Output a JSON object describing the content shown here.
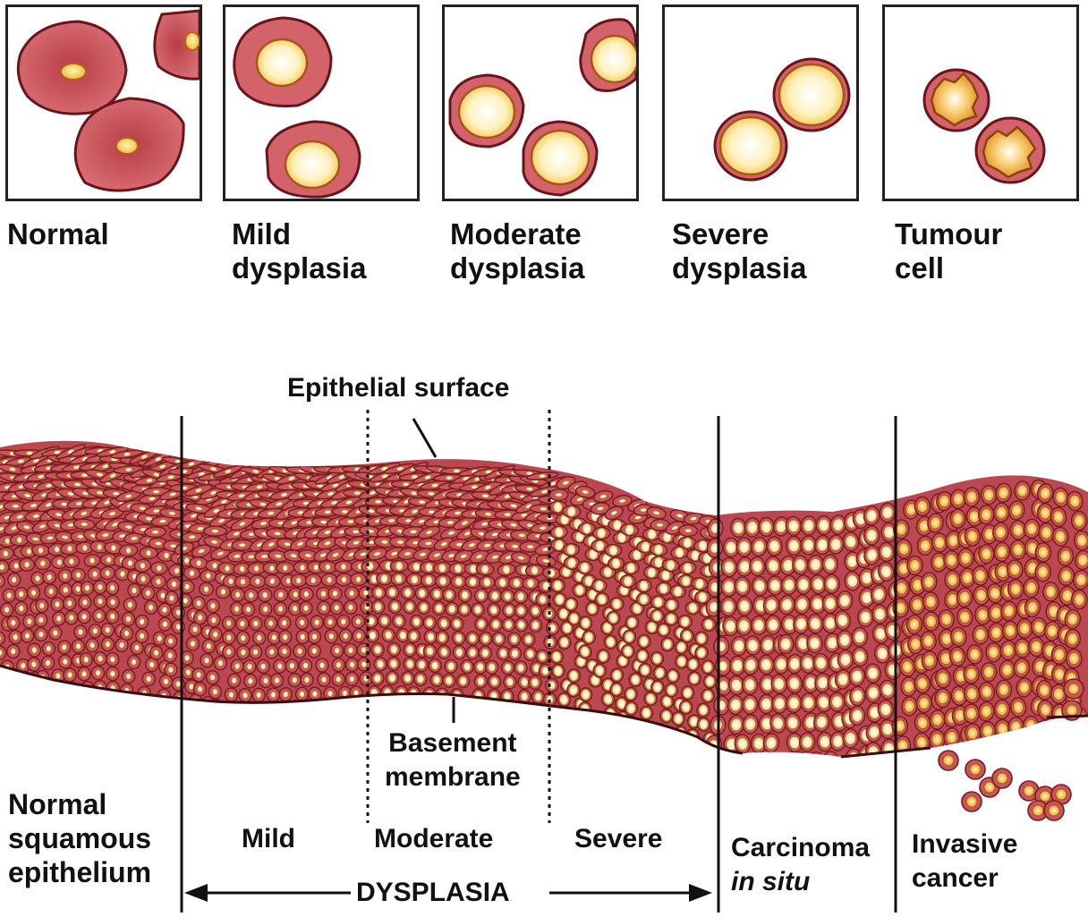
{
  "panels": [
    {
      "id": "normal",
      "line1": "Normal",
      "line2": ""
    },
    {
      "id": "mild",
      "line1": "Mild",
      "line2": "dysplasia"
    },
    {
      "id": "moderate",
      "line1": "Moderate",
      "line2": "dysplasia"
    },
    {
      "id": "severe",
      "line1": "Severe",
      "line2": "dysplasia"
    },
    {
      "id": "tumour",
      "line1": "Tumour",
      "line2": "cell"
    }
  ],
  "diagram": {
    "epithelial_surface": "Epithelial surface",
    "basement_line1": "Basement",
    "basement_line2": "membrane",
    "normal_line1": "Normal",
    "normal_line2": "squamous",
    "normal_line3": "epithelium",
    "mild": "Mild",
    "moderate": "Moderate",
    "severe": "Severe",
    "carcinoma_line1": "Carcinoma",
    "carcinoma_line2": "in situ",
    "invasive_line1": "Invasive",
    "invasive_line2": "cancer",
    "dysplasia": "DYSPLASIA"
  },
  "colors": {
    "cell_body": "#c9555c",
    "cell_edge": "#7a1c22",
    "nucleus_light": "#fff6cf",
    "nucleus_yellow": "#f2c84b",
    "nucleus_orange": "#e8951f"
  }
}
